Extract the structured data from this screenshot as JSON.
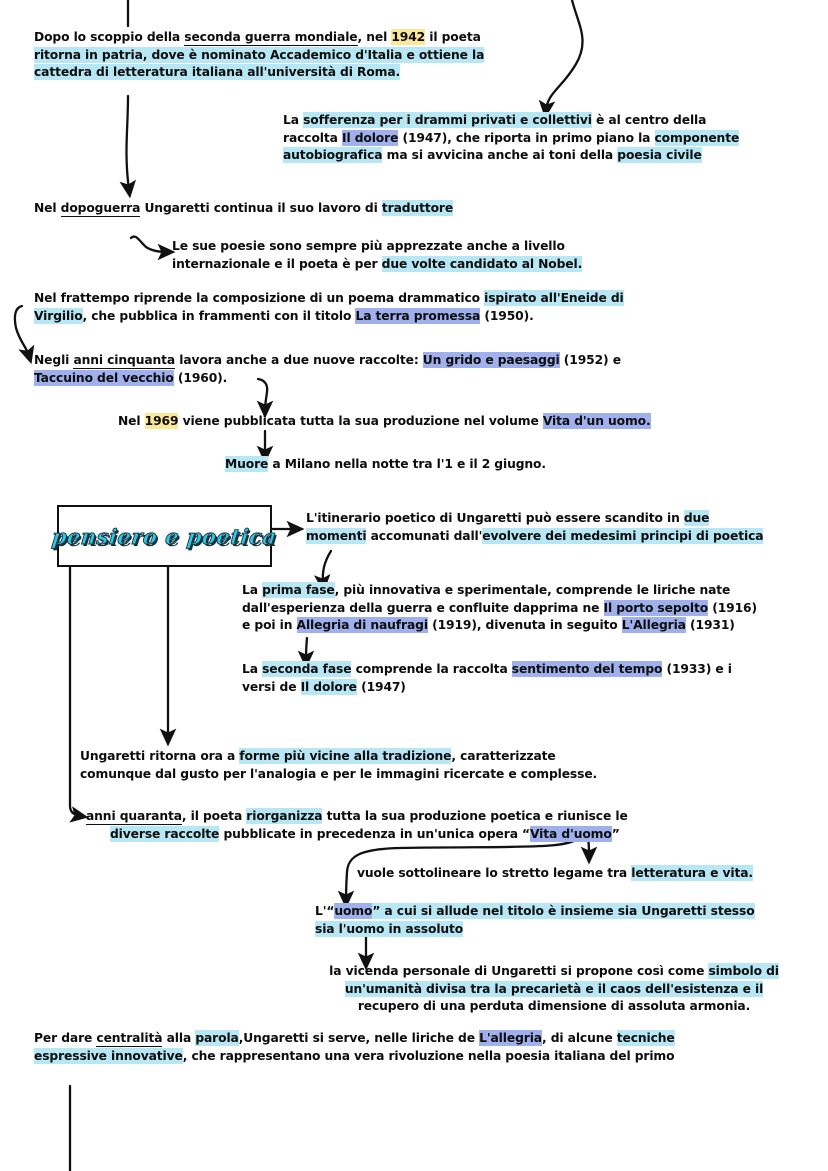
{
  "document": {
    "kind": "handwritten-style study map",
    "subject": "Giuseppe Ungaretti"
  },
  "colors": {
    "highlight_cyan": "#b7e7f4",
    "highlight_blue": "#9fb0ec",
    "highlight_yellow": "#fbe79a",
    "ink": "#111111",
    "title_fill": "#2ec8e6",
    "title_shadow": "#16313c"
  },
  "title_box": {
    "label": "pensiero e poetica"
  },
  "nodes": {
    "n1": {
      "l1_a": "Dopo lo scoppio della ",
      "l1_b": "seconda guerra mondiale",
      "l1_c": ", nel ",
      "l1_d": "1942",
      "l1_e": " il poeta",
      "l2": "ritorna in patria, dove è nominato Accademico d'Italia e ottiene la",
      "l3": "cattedra di letteratura italiana all'università di Roma."
    },
    "n2": {
      "l1_a": "La ",
      "l1_b": "sofferenza per i drammi privati e collettivi",
      "l1_c": " è al centro della",
      "l2_a": "raccolta ",
      "l2_b": "Il dolore",
      "l2_c": " (1947), che riporta in primo piano la ",
      "l2_d": "componente",
      "l3_a": "autobiografica",
      "l3_b": " ma si avvicina anche ai toni della ",
      "l3_c": "poesia civile"
    },
    "n3": {
      "a": "Nel ",
      "b": "dopoguerra",
      "c": " Ungaretti continua il suo lavoro di ",
      "d": "traduttore"
    },
    "n4": {
      "l1": "Le sue poesie sono sempre più apprezzate anche a livello",
      "l2_a": "internazionale e il poeta è per ",
      "l2_b": "due volte candidato al Nobel."
    },
    "n5": {
      "l1_a": "Nel frattempo riprende la composizione di un poema drammatico ",
      "l1_b": "ispirato all'Eneide di",
      "l2_a": "Virgilio",
      "l2_b": ", che pubblica in frammenti con il titolo ",
      "l2_c": "La terra promessa",
      "l2_d": " (1950)."
    },
    "n6": {
      "l1_a": "Negli ",
      "l1_b": "anni cinquanta",
      "l1_c": " lavora anche a due nuove raccolte: ",
      "l1_d": "Un grido e paesaggi",
      "l1_e": " (1952) e",
      "l2_a": "Taccuino del vecchio",
      "l2_b": " (1960)."
    },
    "n7": {
      "a": "Nel ",
      "b": "1969",
      "c": " viene pubblicata tutta la sua produzione nel volume ",
      "d": "Vita d'un uomo."
    },
    "n8": {
      "a": "Muore",
      "b": " a Milano nella notte tra l'1 e il 2 giugno."
    },
    "n9": {
      "l1_a": "L'itinerario poetico di Ungaretti può essere scandito in ",
      "l1_b": "due",
      "l2_a": "momenti",
      "l2_b": " accomunati dall'",
      "l2_c": "evolvere dei medesimi principi di poetica"
    },
    "n10": {
      "l1_a": "La ",
      "l1_b": "prima fase",
      "l1_c": ", più innovativa e sperimentale, comprende le liriche nate",
      "l2_a": "dall'esperienza della guerra e confluite dapprima ne ",
      "l2_b": "Il porto sepolto",
      "l2_c": " (1916)",
      "l3_a": "e poi in ",
      "l3_b": "Allegria di naufragi",
      "l3_c": " (1919), divenuta in seguito ",
      "l3_d": "L'Allegria",
      "l3_e": " (1931)"
    },
    "n11": {
      "l1_a": "La ",
      "l1_b": "seconda fase",
      "l1_c": " comprende la raccolta ",
      "l1_d": "sentimento del tempo",
      "l1_e": " (1933) e i",
      "l2_a": "versi de ",
      "l2_b": "Il dolore",
      "l2_c": " (1947)"
    },
    "n12": {
      "l1_a": "Ungaretti ritorna ora a ",
      "l1_b": "forme più vicine alla tradizione",
      "l1_c": ", caratterizzate",
      "l2": "comunque dal gusto per l'analogia e per le immagini ricercate e complesse."
    },
    "n13": {
      "l1_a": "anni quaranta",
      "l1_b": ", il poeta ",
      "l1_c": "riorganizza",
      "l1_d": " tutta la sua produzione poetica e riunisce le",
      "l2_a": "diverse raccolte",
      "l2_b": " pubblicate in precedenza in un'unica opera “",
      "l2_c": "Vita d'uomo",
      "l2_d": "”"
    },
    "n14": {
      "a": "vuole sottolineare lo stretto legame tra ",
      "b": "letteratura e vita."
    },
    "n15": {
      "l1_a": "L'“",
      "l1_b": "uomo",
      "l1_c": "” a cui si allude nel titolo è insieme sia Ungaretti stesso",
      "l2": "sia l'uomo in assoluto"
    },
    "n16": {
      "l1_a": "la vicenda personale di Ungaretti si propone così come ",
      "l1_b": "simbolo di",
      "l2": "un'umanità divisa tra la precarietà e il caos dell'esistenza e il",
      "l3": "recupero di una perduta dimensione di assoluta armonia."
    },
    "n17": {
      "l1_a": "Per dare ",
      "l1_b": "centralità",
      "l1_c": " alla ",
      "l1_d": "parola",
      "l1_e": ",Ungaretti si serve, nelle liriche de ",
      "l1_f": "L'allegria",
      "l1_g": ", di alcune ",
      "l1_h": "tecniche",
      "l2_a": "espressive innovative",
      "l2_b": ", che rappresentano una vera rivoluzione nella poesia italiana del primo"
    }
  }
}
